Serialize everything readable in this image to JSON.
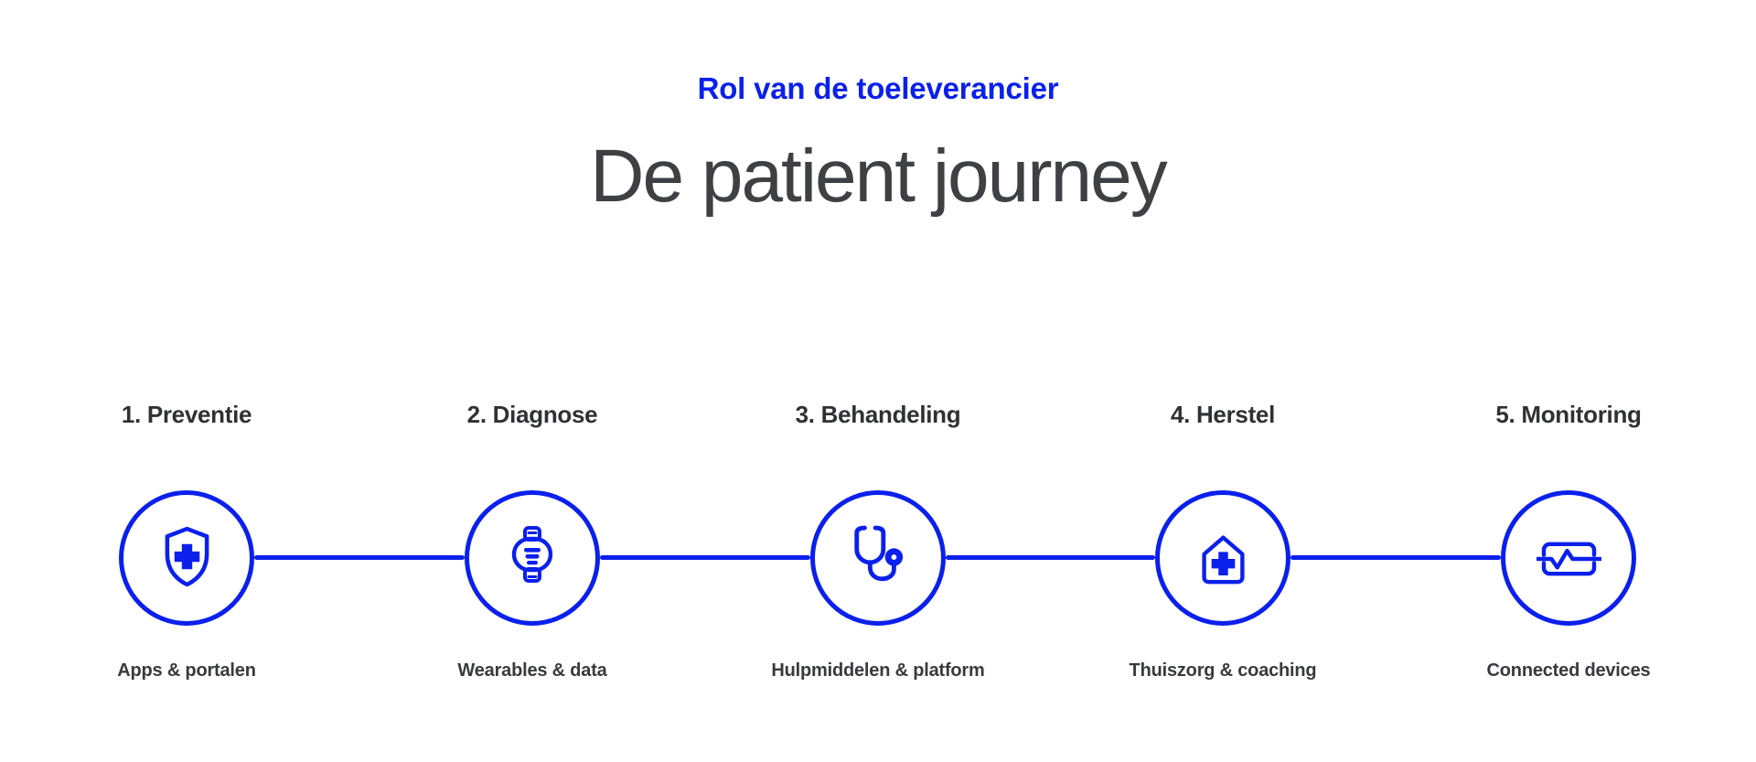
{
  "theme": {
    "background": "#ffffff",
    "accent": "#0b20ec",
    "title_color": "#3f4044",
    "step_label_color": "#303135",
    "caption_color": "#393a3e"
  },
  "header": {
    "eyebrow": "Rol van de toeleverancier",
    "title": "De patient journey"
  },
  "journey": {
    "steps": [
      {
        "label": "1. Preventie",
        "caption": "Apps & portalen",
        "icon": "shield-cross-icon"
      },
      {
        "label": "2. Diagnose",
        "caption": "Wearables & data",
        "icon": "smartwatch-icon"
      },
      {
        "label": "3. Behandeling",
        "caption": "Hulpmiddelen & platform",
        "icon": "stethoscope-icon"
      },
      {
        "label": "4. Herstel",
        "caption": "Thuiszorg & coaching",
        "icon": "house-cross-icon"
      },
      {
        "label": "5. Monitoring",
        "caption": "Connected devices",
        "icon": "pulse-monitor-icon"
      }
    ]
  }
}
